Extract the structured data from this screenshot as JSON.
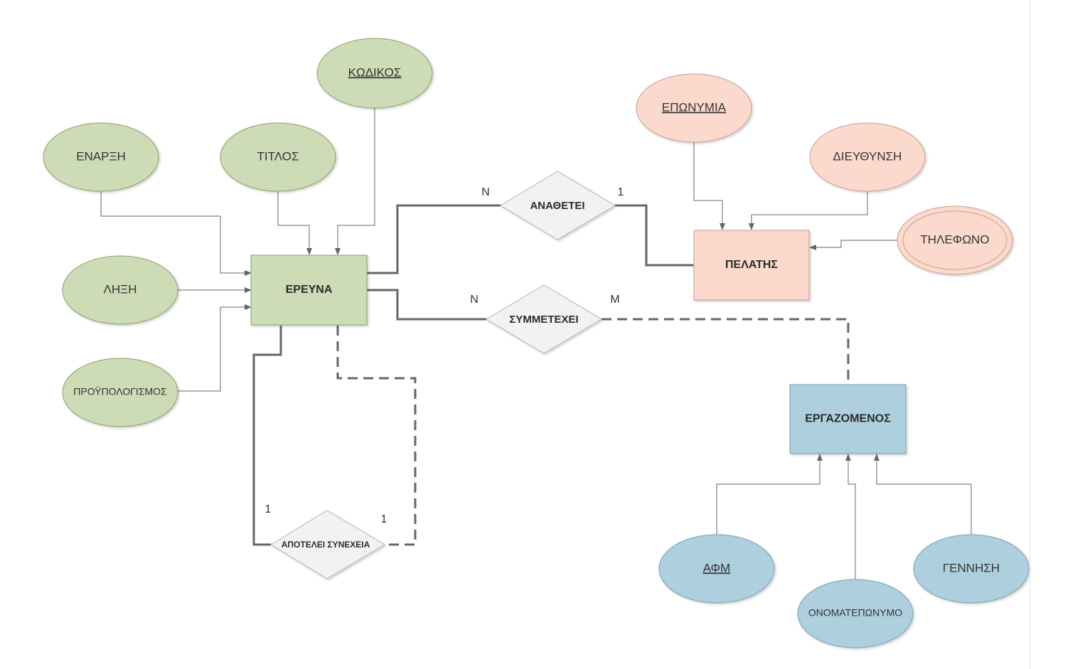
{
  "colors": {
    "green_fill": "#cddcb7",
    "green_stroke": "#8aa06a",
    "salmon_fill": "#fbd9cc",
    "salmon_stroke": "#c9a091",
    "blue_fill": "#aecfde",
    "blue_stroke": "#7a9fb3",
    "diamond_fill": "#f2f2f2",
    "diamond_stroke": "#b4b4b4",
    "line": "#666666"
  },
  "entities": {
    "ereuna": "ΕΡΕΥΝΑ",
    "pelatis": "ΠΕΛΑΤΗΣ",
    "ergazomenos": "ΕΡΓΑΖΟΜΕΝΟΣ"
  },
  "attributes": {
    "kodikos": "ΚΩΔΙΚΟΣ",
    "enarxi": "ΕΝΑΡΞΗ",
    "titlos": "ΤΙΤΛΟΣ",
    "lixi": "ΛΗΞΗ",
    "proypologismos": "ΠΡΟΫΠΟΛΟΓΙΣΜΟΣ",
    "eponymia": "ΕΠΩΝΥΜΙΑ",
    "dieythynsi": "ΔΙΕΥΘΥΝΣΗ",
    "tilefono": "ΤΗΛΕΦΩΝΟ",
    "afm": "ΑΦΜ",
    "onomateponymo": "ΟΝΟΜΑΤΕΠΩΝΥΜΟ",
    "gennisi": "ΓΕΝΝΗΣΗ"
  },
  "relationships": {
    "anathetei": "ΑΝΑΘΕΤΕΙ",
    "symmetexei": "ΣΥΜΜΕΤΕΧΕΙ",
    "apotelei_synexeia": "ΑΠΟΤΕΛΕΙ ΣΥΝΕΧΕΙΑ"
  },
  "cardinalities": {
    "anathetei_left": "N",
    "anathetei_right": "1",
    "symmetexei_left": "N",
    "symmetexei_right": "M",
    "synexeia_left": "1",
    "synexeia_right": "1"
  }
}
